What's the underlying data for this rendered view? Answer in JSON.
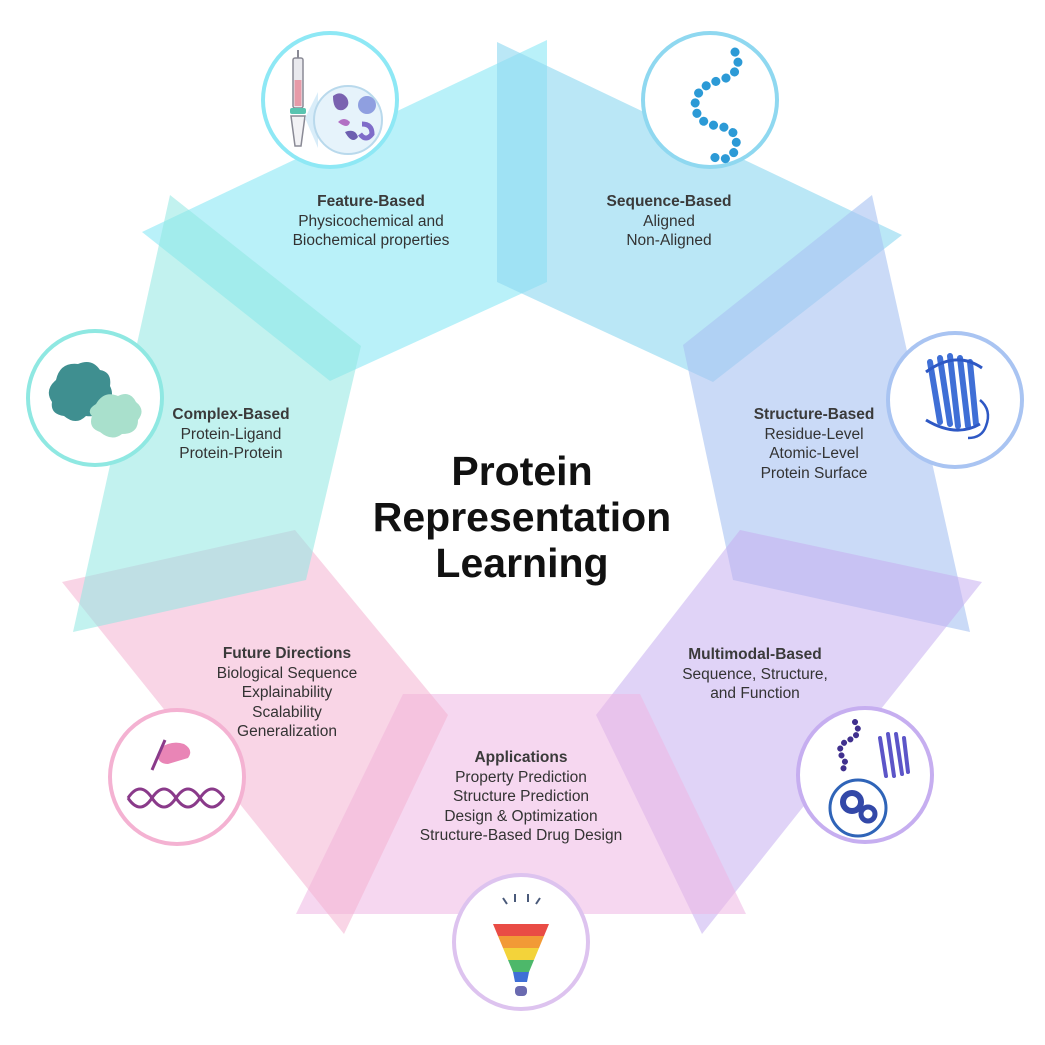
{
  "title_lines": [
    "Protein",
    "Representation",
    "Learning"
  ],
  "sections": [
    {
      "id": "feature",
      "title": "Feature-Based",
      "lines": [
        "Physicochemical and",
        "Biochemical properties"
      ],
      "icon": "syringe-proteins-icon",
      "color": "#8ee8f5"
    },
    {
      "id": "sequence",
      "title": "Sequence-Based",
      "lines": [
        "Aligned",
        "Non-Aligned"
      ],
      "icon": "amino-acid-chain-icon",
      "color": "#8fd8f0"
    },
    {
      "id": "structure",
      "title": "Structure-Based",
      "lines": [
        "Residue-Level",
        "Atomic-Level",
        "Protein Surface"
      ],
      "icon": "beta-barrel-icon",
      "color": "#a9c4f2"
    },
    {
      "id": "multimodal",
      "title": "Multimodal-Based",
      "lines": [
        "Sequence, Structure,",
        "and Function"
      ],
      "icon": "multimodal-protein-icon",
      "color": "#c6aef0"
    },
    {
      "id": "applications",
      "title": "Applications",
      "lines": [
        "Property Prediction",
        "Structure Prediction",
        "Design & Optimization",
        "Structure-Based Drug Design"
      ],
      "icon": "drug-funnel-icon",
      "color": "#eeb6e3"
    },
    {
      "id": "future",
      "title": "Future Directions",
      "lines": [
        "Biological Sequence",
        "Explainability",
        "Scalability",
        "Generalization"
      ],
      "icon": "dna-writing-icon",
      "color": "#f4b2d2"
    },
    {
      "id": "complex",
      "title": "Complex-Based",
      "lines": [
        "Protein-Ligand",
        "Protein-Protein"
      ],
      "icon": "protein-complex-icon",
      "color": "#8fe8e2"
    }
  ]
}
